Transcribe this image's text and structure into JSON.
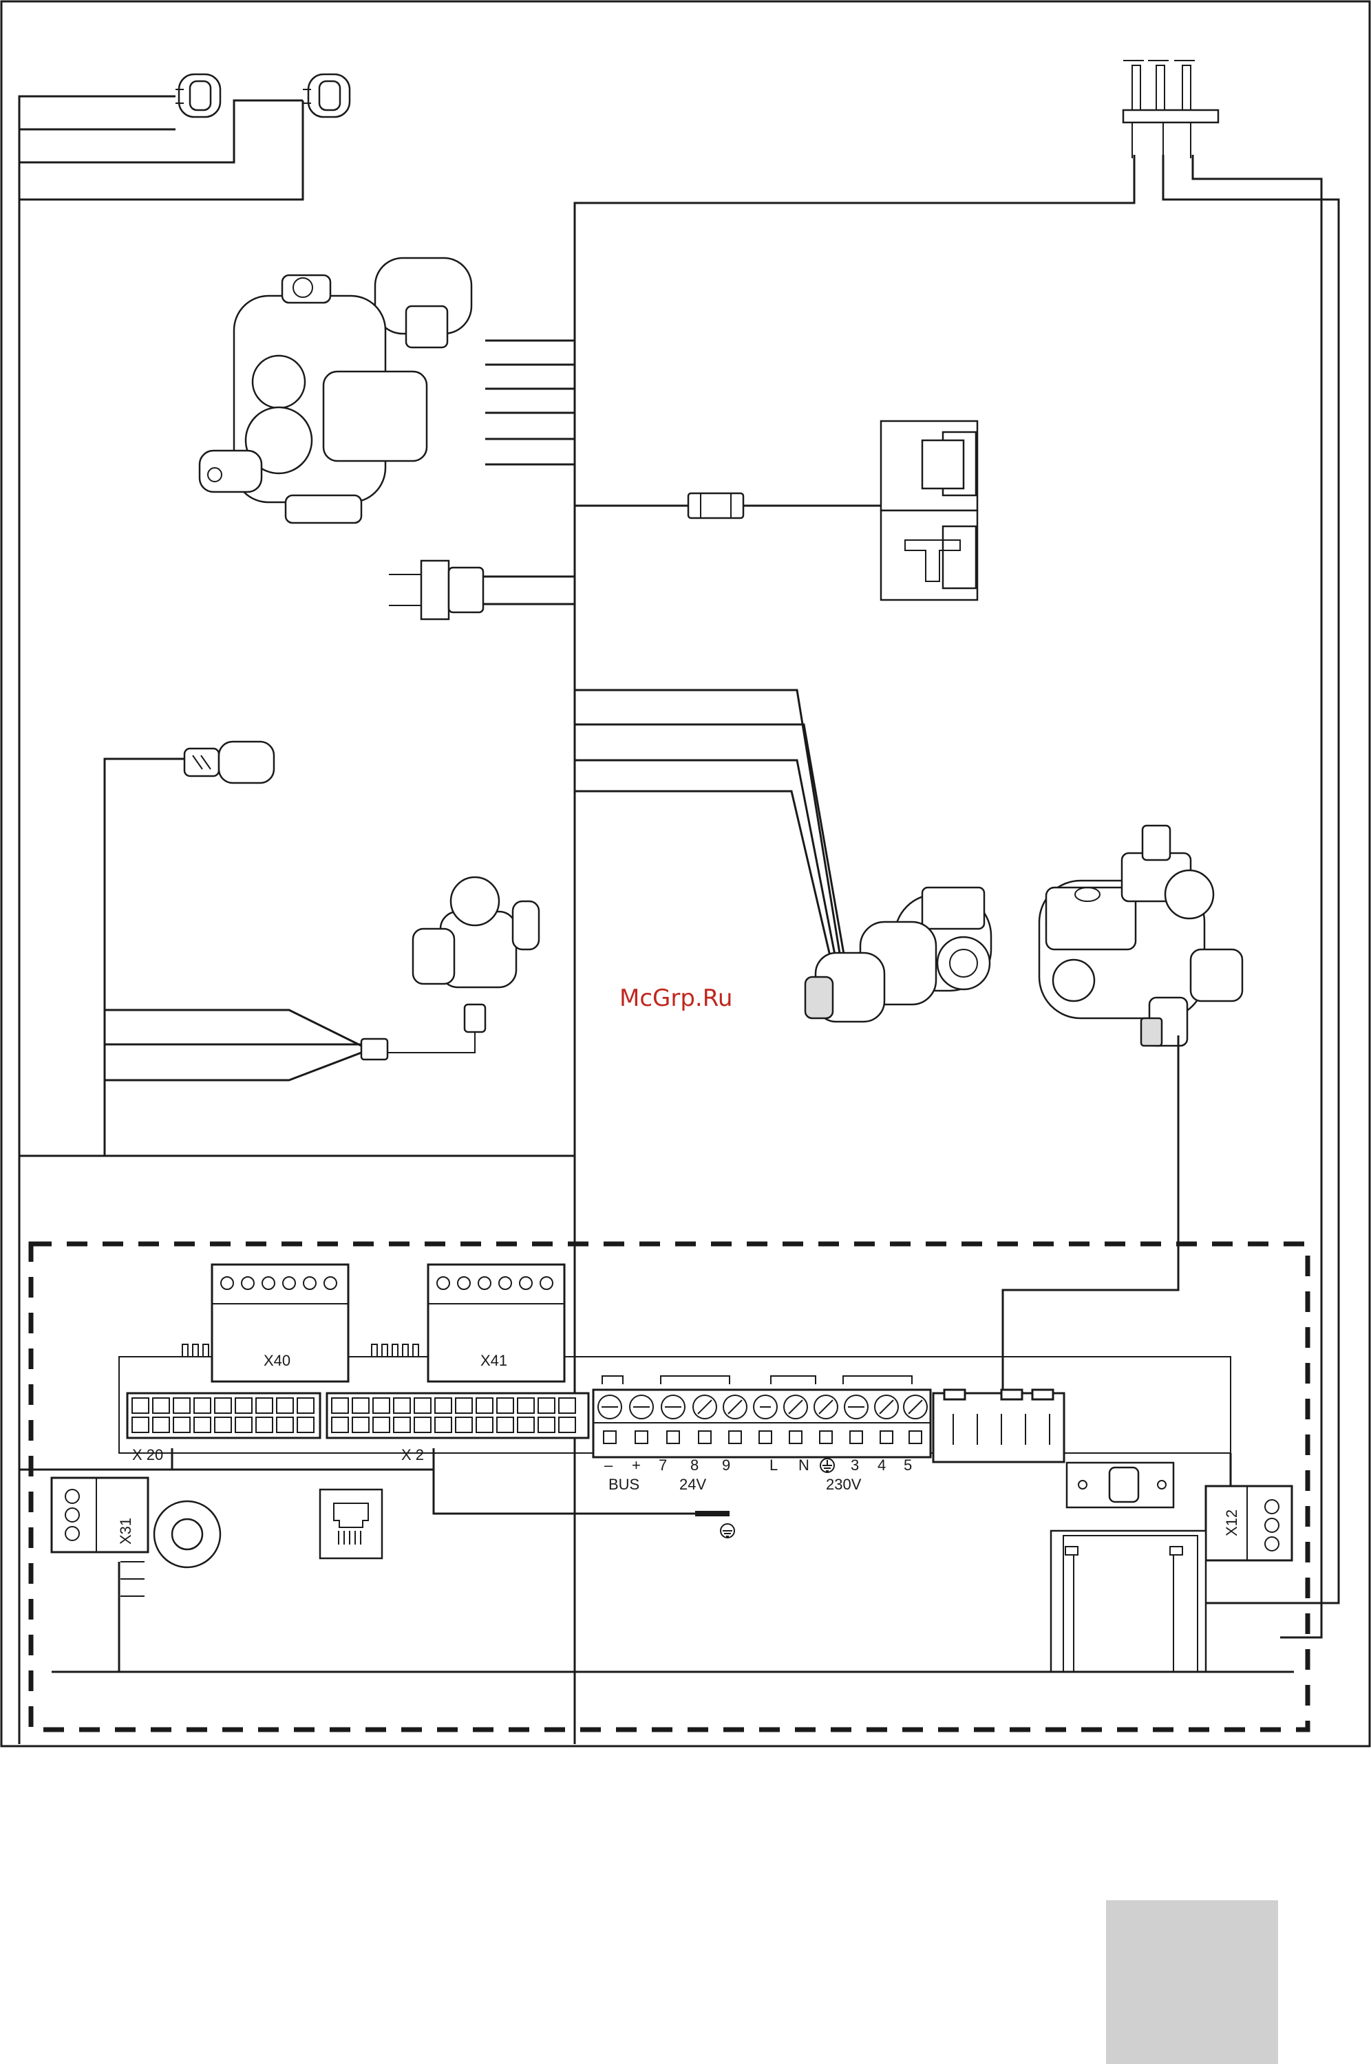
{
  "board": {
    "connectors": {
      "x40": "X40",
      "x41": "X41",
      "x20": "X 20",
      "x2": "X 2",
      "x31": "X31",
      "x12": "X12"
    },
    "terminals": [
      "–",
      "+",
      "7",
      "8",
      "9",
      "L",
      "N",
      "3",
      "4",
      "5"
    ],
    "groups": {
      "bus": "BUS",
      "low_voltage": "24V",
      "mains": "230V"
    },
    "ground_symbol": "⏚"
  },
  "watermark": "McGrp.Ru",
  "colors": {
    "line": "#1a1a1a",
    "watermark": "#c0271e",
    "page_tab": "#d0d0d0"
  }
}
